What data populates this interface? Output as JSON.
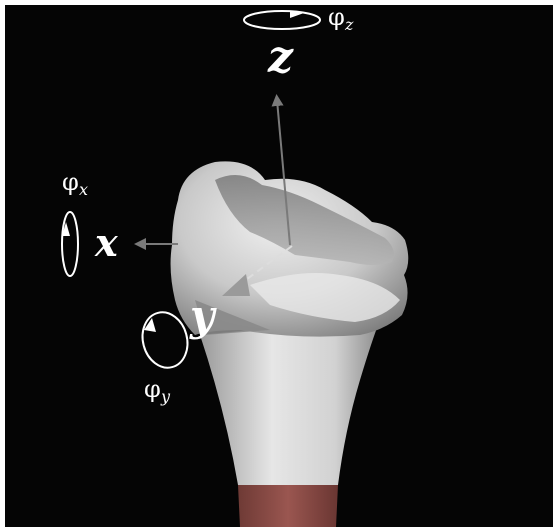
{
  "figure": {
    "background_color": "#050505",
    "bone_color": "#d9d9d9",
    "cut_color": "#8a4a44"
  },
  "axes": {
    "x": {
      "letter": "x",
      "rotation_symbol": "φ",
      "rotation_subscript": "x"
    },
    "y": {
      "letter": "y",
      "rotation_symbol": "φ",
      "rotation_subscript": "y"
    },
    "z": {
      "letter": "z",
      "rotation_symbol": "φ",
      "rotation_subscript": "z"
    }
  }
}
